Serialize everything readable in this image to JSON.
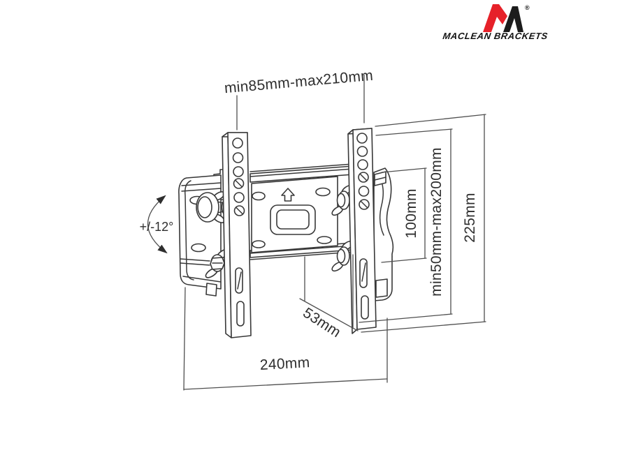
{
  "logo": {
    "brand": "MACLEAN BRACKETS",
    "registered": "®",
    "red": "#e62129",
    "black": "#1c1c1c"
  },
  "annotations": {
    "top_width_range": "min85mm-max210mm",
    "vesa_height": "100mm",
    "height_range": "min50mm-max200mm",
    "total_height": "225mm",
    "tilt_angle": "+/-12°",
    "depth": "53mm",
    "total_width": "240mm"
  },
  "drawing": {
    "line_color": "#383838",
    "dimension_color": "#4f4f4f",
    "background": "#ffffff"
  }
}
